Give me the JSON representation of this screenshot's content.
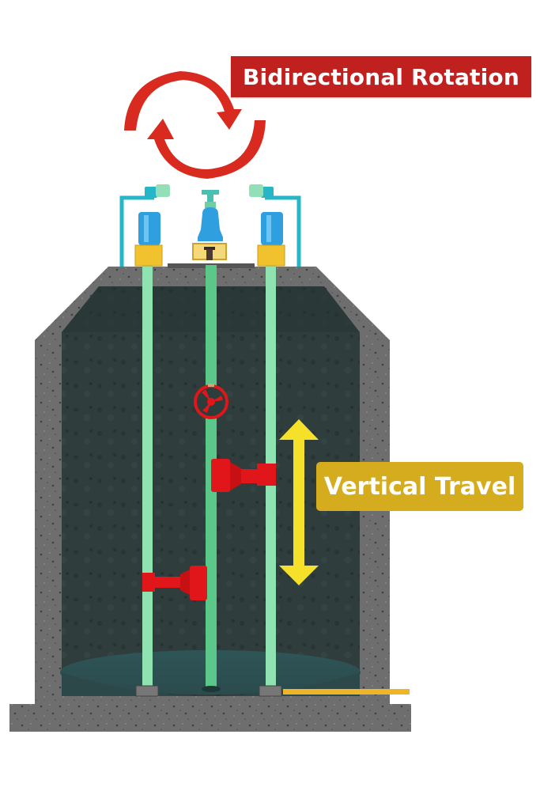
{
  "labels": {
    "rotation": "Bidirectional Rotation",
    "vertical": "Vertical Travel"
  },
  "colors": {
    "rotation_label_bg": "#c0211f",
    "rotation_arrows": "#d82a1e",
    "vertical_label_bg": "#d4ac1e",
    "vertical_arrow": "#f5e12a",
    "concrete": "#6b6b6b",
    "chamber_interior": "#2d3d3c",
    "pipe_green": "#8fe3b0",
    "valve_red": "#e0161b",
    "actuator_blue": "#2f9fe0",
    "mount_yellow": "#f2c12e",
    "conduit_cyan": "#27b6c8",
    "outlet_pipe": "#f0b428"
  },
  "components": {
    "actuators": [
      "left-actuator",
      "center-actuator",
      "right-actuator"
    ],
    "pipes": [
      "left-guide-pipe",
      "center-shaft",
      "right-guide-pipe"
    ],
    "valves": [
      "butterfly-valve",
      "upper-gate-valve",
      "lower-gate-valve"
    ]
  }
}
